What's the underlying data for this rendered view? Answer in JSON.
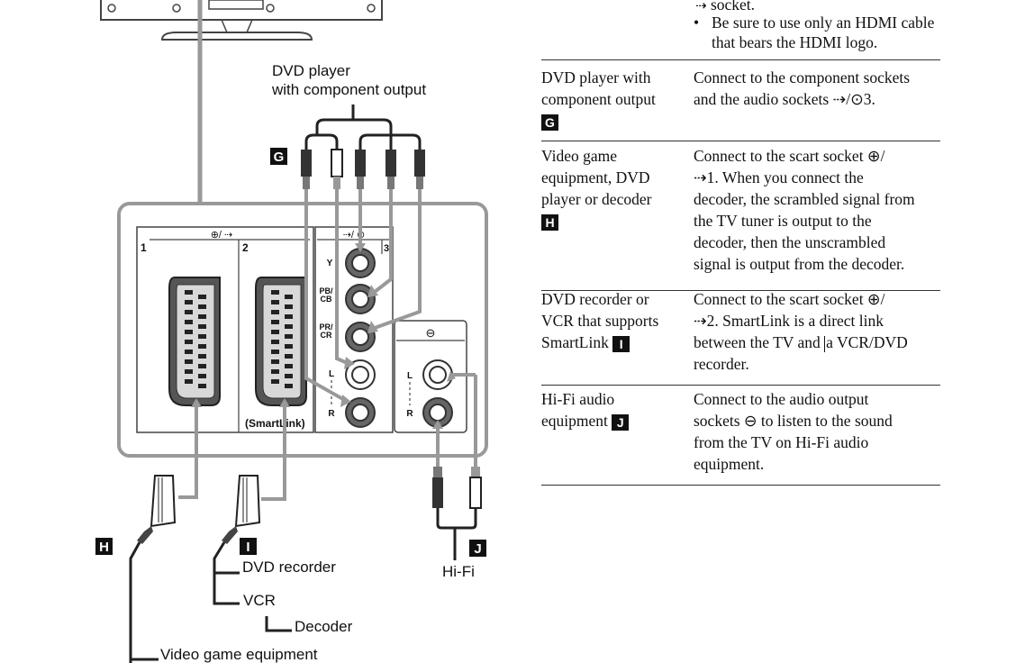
{
  "diagram": {
    "badges": {
      "g": "G",
      "h": "H",
      "i": "I",
      "j": "J"
    },
    "labels": {
      "dvd_player_line1": "DVD player",
      "dvd_player_line2": "with component output",
      "dvd_recorder": "DVD recorder",
      "vcr": "VCR",
      "decoder": "Decoder",
      "video_game": "Video game equipment",
      "hifi": "Hi-Fi",
      "smartlink": "(SmartLink)",
      "scart_1": "1",
      "scart_2": "2",
      "component_3": "3",
      "pin_y": "Y",
      "pin_pb": "PB/",
      "pin_cb": "CB",
      "pin_pr": "PR/",
      "pin_cr": "CR",
      "pin_l": "L",
      "pin_r": "R",
      "out_l": "L",
      "out_r": "R"
    },
    "symbols": {
      "scart_header": "⊕/ ⇢",
      "component_header": "⇢/ ⊙",
      "audio_out_header": "⊖"
    }
  },
  "table": {
    "top_rows": {
      "socket_tail": "socket.",
      "bullet": "•",
      "hdmi_note_line1": "Be sure to use only an HDMI cable",
      "hdmi_note_line2": "that bears the HDMI logo."
    },
    "rows": [
      {
        "device_lines": [
          "DVD player with",
          "component output"
        ],
        "badge": "G",
        "description_lines": [
          "Connect to the component sockets",
          "and the audio sockets ⇢/⊙3."
        ]
      },
      {
        "device_lines": [
          "Video game",
          "equipment, DVD",
          "player or decoder"
        ],
        "badge": "H",
        "description_lines": [
          "Connect to the scart socket ⊕/",
          "⇢1. When you connect the",
          "decoder, the scrambled signal from",
          "the TV tuner is output to the",
          "decoder, then the unscrambled",
          "signal is output from the decoder."
        ]
      },
      {
        "device_lines": [
          "DVD recorder or",
          "VCR that supports",
          "SmartLink"
        ],
        "badge": "I",
        "description_lines": [
          "Connect to the scart socket ⊕/",
          "⇢2. SmartLink is a direct link",
          "between the TV and ",
          "a VCR/DVD",
          "recorder."
        ]
      },
      {
        "device_lines": [
          "Hi-Fi audio",
          "equipment"
        ],
        "badge": "J",
        "description_lines": [
          "Connect to the audio output",
          "sockets ⊖ to listen to the sound",
          "from the TV on Hi-Fi audio",
          "equipment."
        ]
      }
    ]
  }
}
